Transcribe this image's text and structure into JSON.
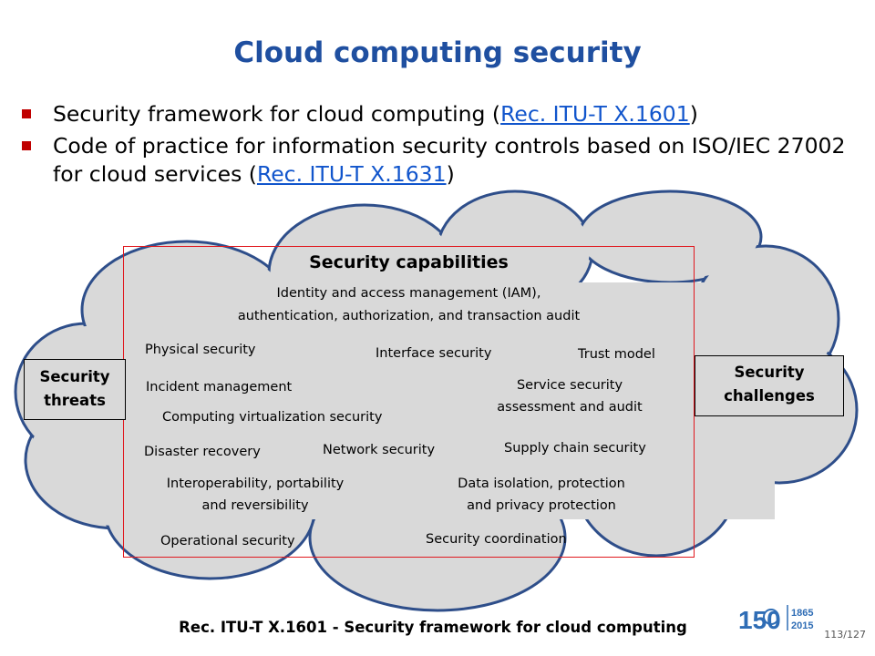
{
  "slide": {
    "title": "Cloud computing security",
    "bullets": [
      {
        "before": "Security framework for cloud computing (",
        "link": "Rec. ITU-T X.1601",
        "after": ")"
      },
      {
        "before": "Code of practice for information security controls based on ISO/IEC 27002 for cloud services (",
        "link": "Rec. ITU-T X.1631",
        "after": ")"
      }
    ]
  },
  "diagram": {
    "left_box": {
      "line1": "Security",
      "line2": "threats"
    },
    "right_box": {
      "line1": "Security",
      "line2": "challenges"
    },
    "capabilities_title": "Security capabilities",
    "capabilities": {
      "iam_line1": "Identity and access management (IAM),",
      "iam_line2": "authentication, authorization, and transaction audit",
      "physical": "Physical security",
      "interface": "Interface security",
      "trust": "Trust model",
      "incident": "Incident management",
      "service_line1": "Service security",
      "service_line2": "assessment and audit",
      "virtualization": "Computing virtualization security",
      "disaster": "Disaster recovery",
      "network": "Network security",
      "supply": "Supply chain security",
      "interop_line1": "Interoperability, portability",
      "interop_line2": "and reversibility",
      "isolation_line1": "Data isolation, protection",
      "isolation_line2": "and privacy protection",
      "operational": "Operational security",
      "coordination": "Security coordination"
    }
  },
  "footer": {
    "caption": "Rec. ITU-T X.1601 - Security framework for cloud computing",
    "logo_main": "150",
    "logo_year_top": "1865",
    "logo_year_bottom": "2015",
    "page_number": "113/127"
  },
  "colors": {
    "title": "#1f4fa0",
    "bullet_marker": "#c00000",
    "link": "#1155cc",
    "cloud_fill": "#d9d9d9",
    "cloud_stroke": "#2e4e8a",
    "frame": "#e0191f"
  }
}
